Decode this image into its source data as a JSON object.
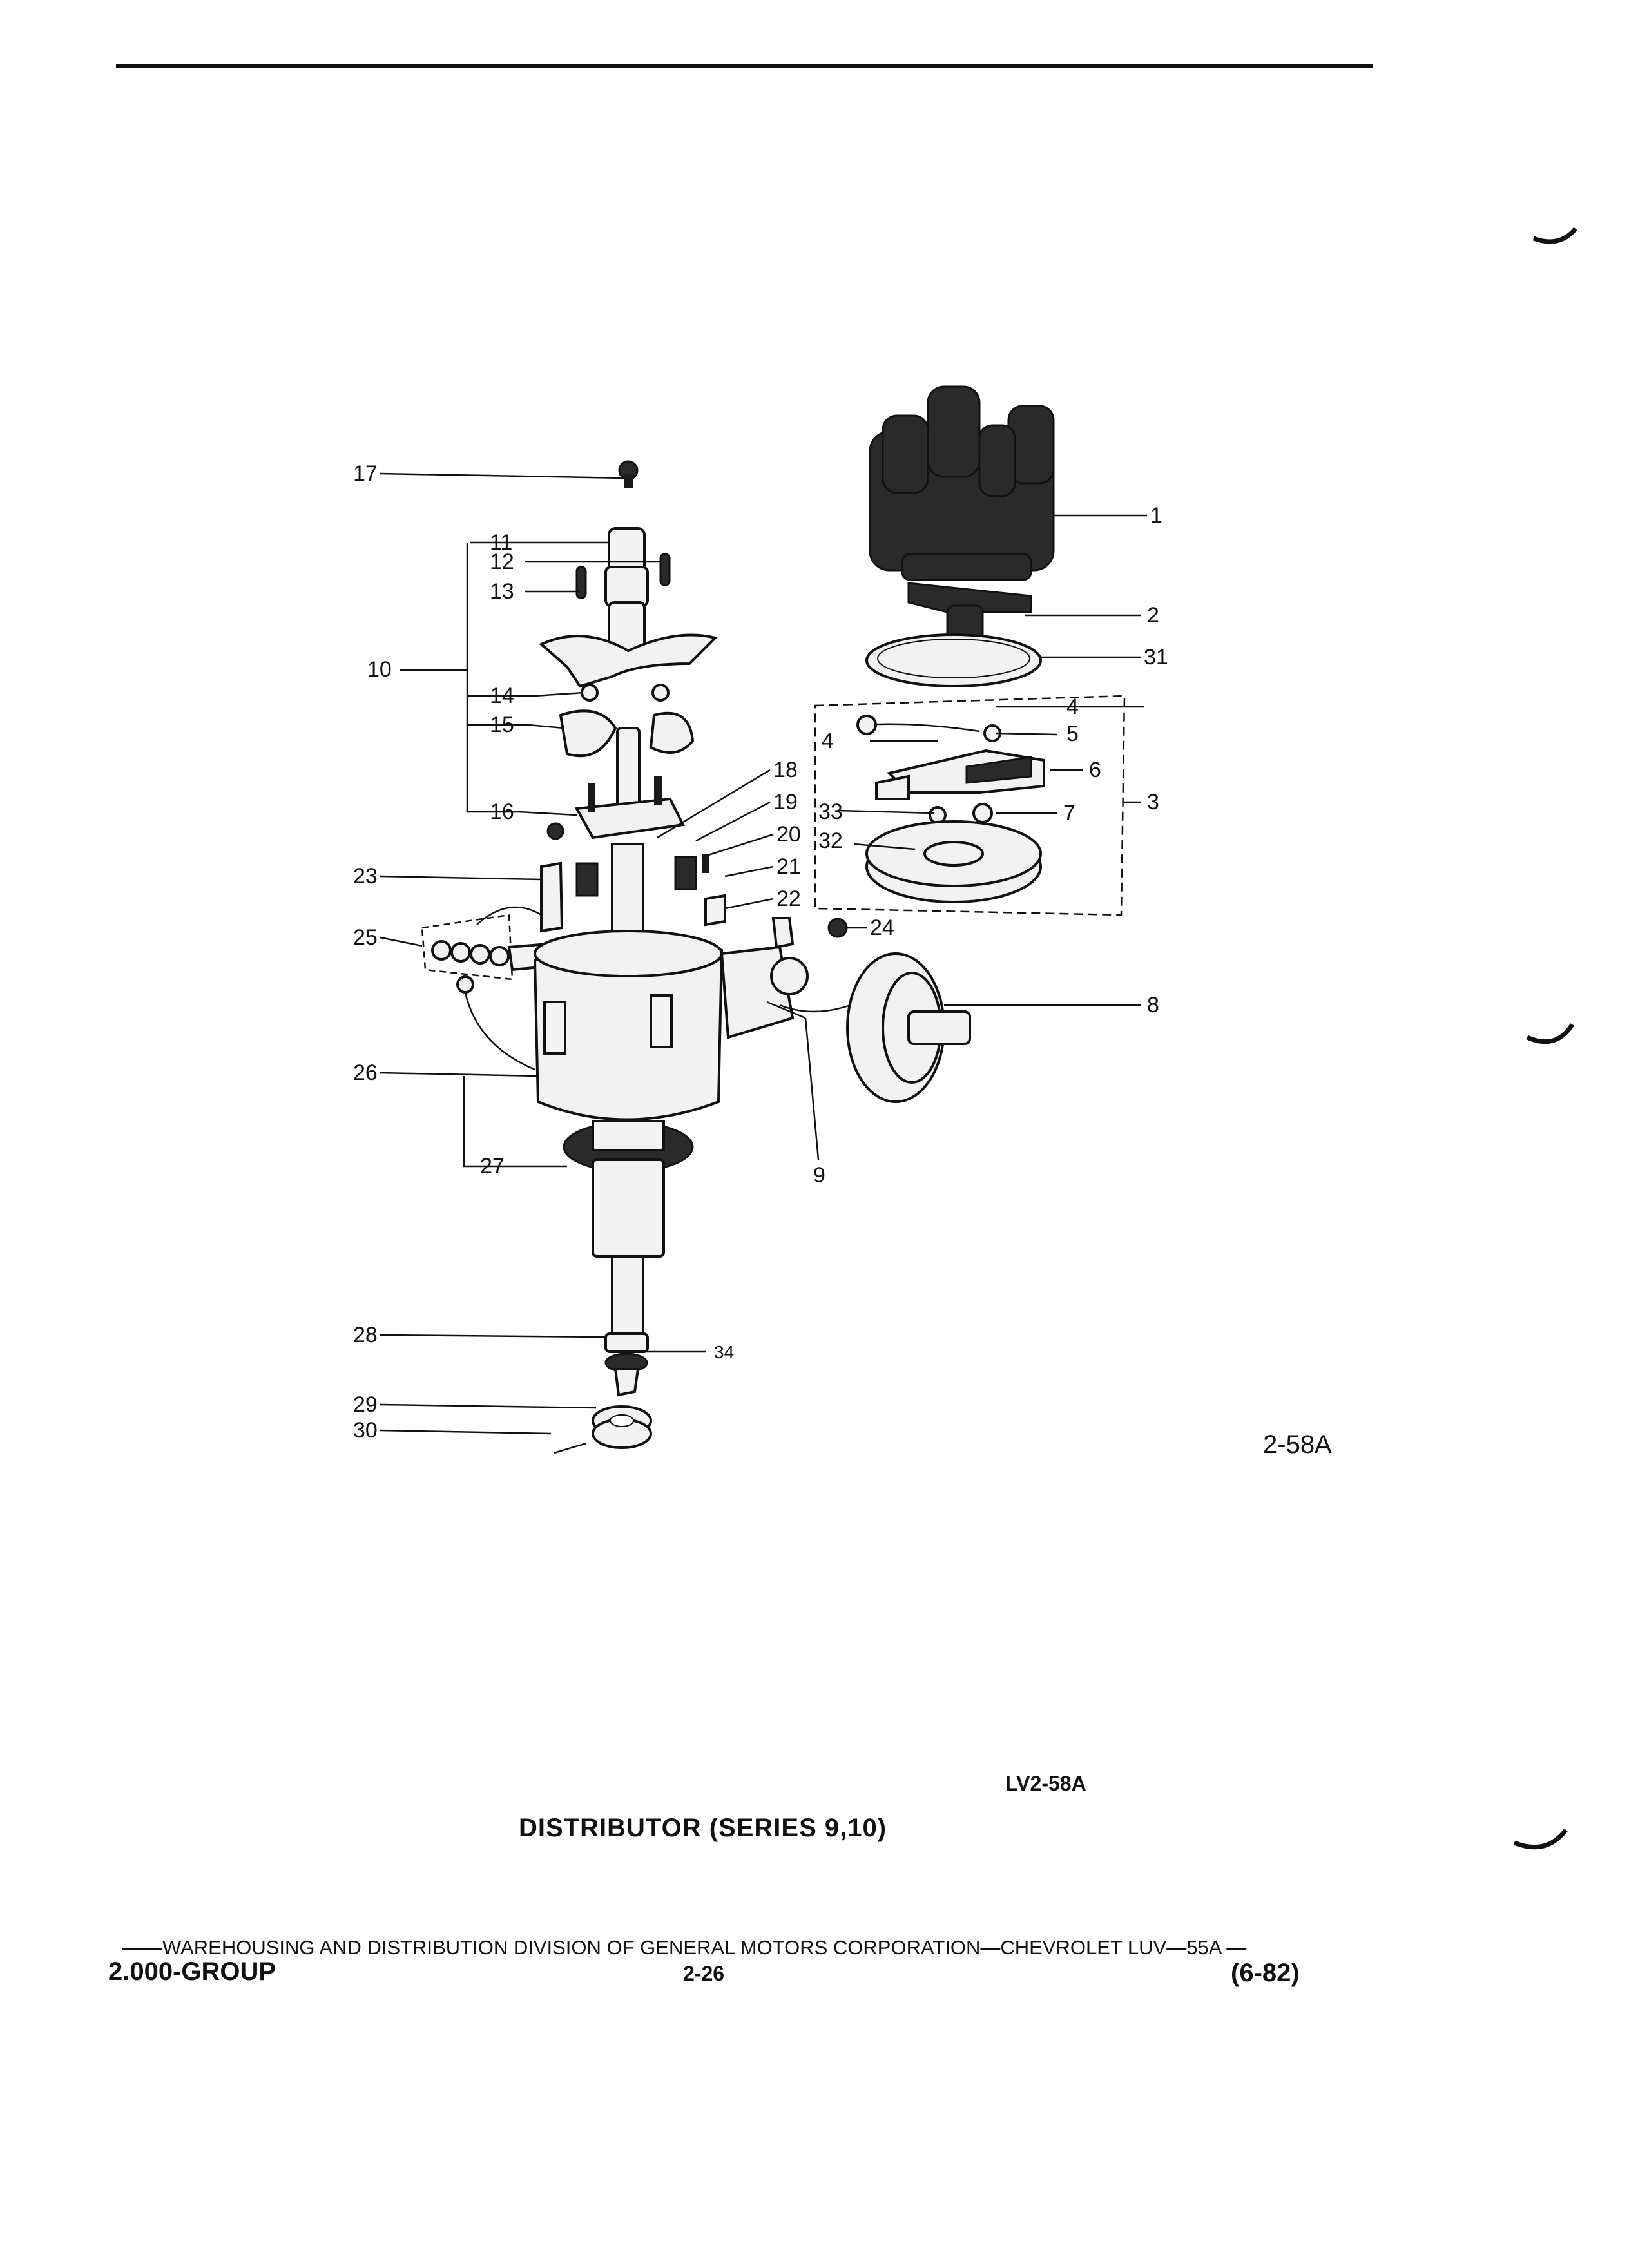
{
  "page": {
    "figure_id": "2-58A",
    "drawing_code": "LV2-58A",
    "title": "DISTRIBUTOR (SERIES 9,10)"
  },
  "diagram": {
    "callouts": {
      "1": "1",
      "2": "2",
      "3": "3",
      "4a": "4",
      "4b": "4",
      "5": "5",
      "6": "6",
      "7": "7",
      "8": "8",
      "9": "9",
      "10": "10",
      "11": "11",
      "12": "12",
      "13": "13",
      "14": "14",
      "15": "15",
      "16": "16",
      "17": "17",
      "18": "18",
      "19": "19",
      "20": "20",
      "21": "21",
      "22": "22",
      "23": "23",
      "24": "24",
      "25": "25",
      "26": "26",
      "27": "27",
      "28": "28",
      "29": "29",
      "30": "30",
      "31": "31",
      "32": "32",
      "33": "33",
      "34": "34"
    }
  },
  "footer": {
    "publisher_line": "——WAREHOUSING AND DISTRIBUTION DIVISION OF GENERAL MOTORS CORPORATION—CHEVROLET LUV—55A —",
    "group": "2.000-GROUP",
    "page_number": "2-26",
    "date_code": "(6-82)"
  }
}
